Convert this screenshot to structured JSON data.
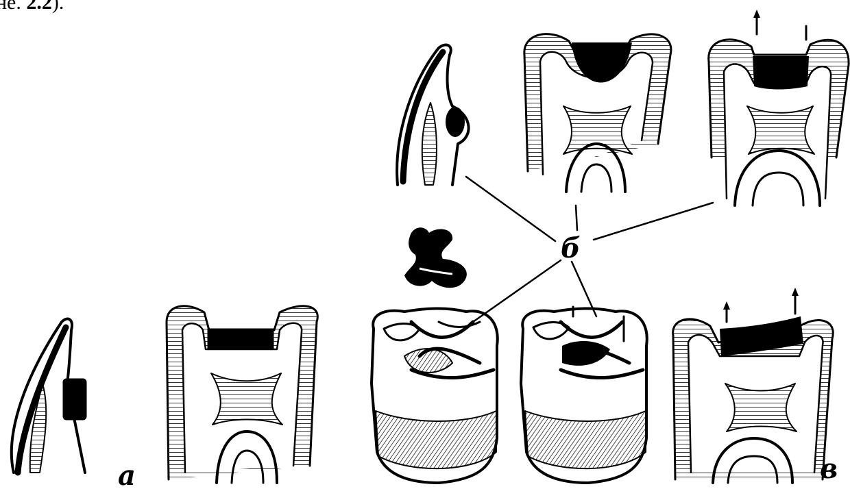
{
  "fragment": {
    "prefix": "не. ",
    "ref": "2.2",
    "suffix": ")."
  },
  "labels": {
    "a": "а",
    "b": "б",
    "v": "в"
  },
  "colors": {
    "ink": "#000000",
    "background": "#ffffff"
  }
}
